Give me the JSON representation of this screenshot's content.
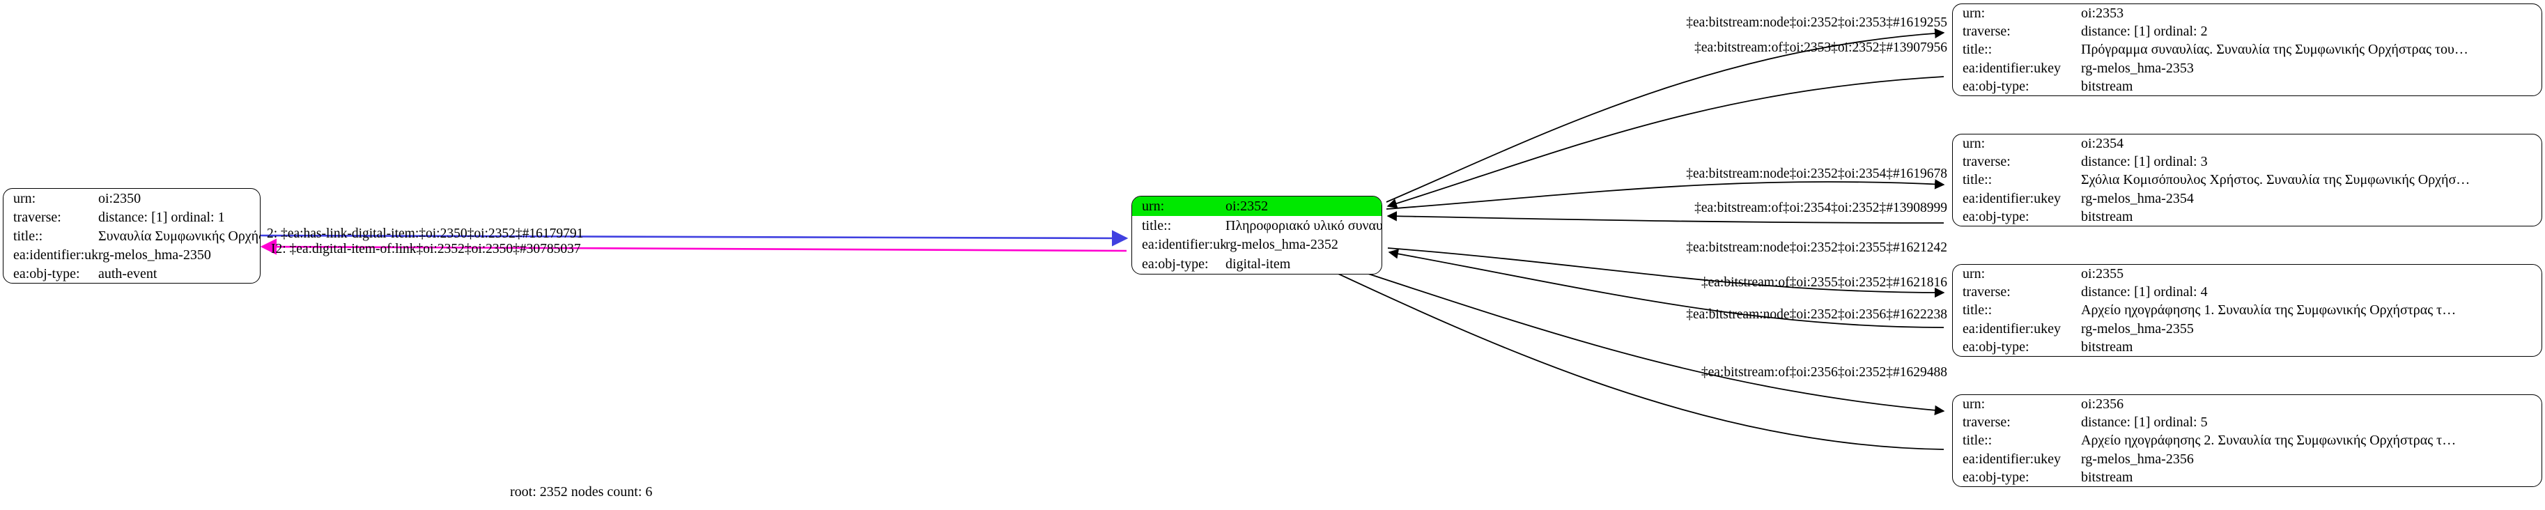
{
  "graph": {
    "footer": "root: 2352 nodes count: 6",
    "colors": {
      "highlight": "#00e800",
      "edge_forward": "#4040e0",
      "edge_reverse": "#ff00d0",
      "edge_default": "#000000",
      "node_border": "#000000",
      "background": "#ffffff"
    },
    "field_keys": {
      "urn": "urn:",
      "traverse": "traverse:",
      "title": "title::",
      "identifier": "ea:identifier:ukey",
      "objtype": "ea:obj-type:"
    },
    "nodes": [
      {
        "id": "node-2350",
        "urn": "oi:2350",
        "traverse": "distance: [1]     ordinal: 1",
        "title": "Συναυλία Συμφωνικής Ορχήστρας του Δήμου Θεσσαλονίκης [Θεσσ…",
        "identifier": "rg-melos_hma-2350",
        "objtype": "auth-event",
        "highlighted": false
      },
      {
        "id": "node-2352",
        "urn": "oi:2352",
        "traverse": null,
        "title": "Πληροφοριακό υλικό συναυλίας. Συναυλία της Συμφωνικής Ορχή…",
        "identifier": "rg-melos_hma-2352",
        "objtype": "digital-item",
        "highlighted": true
      },
      {
        "id": "node-2353",
        "urn": "oi:2353",
        "traverse": "distance: [1]     ordinal: 2",
        "title": "Πρόγραμμα συναυλίας. Συναυλία της Συμφωνικής Ορχήστρας του…",
        "identifier": "rg-melos_hma-2353",
        "objtype": "bitstream",
        "highlighted": false
      },
      {
        "id": "node-2354",
        "urn": "oi:2354",
        "traverse": "distance: [1]     ordinal: 3",
        "title": "Σχόλια Κομισόπουλος Χρήστος. Συναυλία της Συμφωνικής Ορχήσ…",
        "identifier": "rg-melos_hma-2354",
        "objtype": "bitstream",
        "highlighted": false
      },
      {
        "id": "node-2355",
        "urn": "oi:2355",
        "traverse": "distance: [1]     ordinal: 4",
        "title": "Αρχείο ηχογράφησης 1. Συναυλία της Συμφωνικής Ορχήστρας τ…",
        "identifier": "rg-melos_hma-2355",
        "objtype": "bitstream",
        "highlighted": false
      },
      {
        "id": "node-2356",
        "urn": "oi:2356",
        "traverse": "distance: [1]     ordinal: 5",
        "title": "Αρχείο ηχογράφησης 2. Συναυλία της Συμφωνικής Ορχήστρας τ…",
        "identifier": "rg-melos_hma-2356",
        "objtype": "bitstream",
        "highlighted": false
      }
    ],
    "edge_labels": [
      {
        "id": "edge-2350-2352-fwd",
        "text": "2: ‡ea:has-link-digital-item:‡oi:2350‡oi:2352‡#16179791"
      },
      {
        "id": "edge-2352-2350-rev",
        "text": "I2: ‡ea:digital-item-of:link‡oi:2352‡oi:2350‡#30785037"
      },
      {
        "id": "edge-2352-2353-node",
        "text": "‡ea:bitstream:node‡oi:2352‡oi:2353‡#1619255"
      },
      {
        "id": "edge-2353-2352-of",
        "text": "‡ea:bitstream:of‡oi:2353‡oi:2352‡#13907956"
      },
      {
        "id": "edge-2352-2354-node",
        "text": "‡ea:bitstream:node‡oi:2352‡oi:2354‡#1619678"
      },
      {
        "id": "edge-2354-2352-of",
        "text": "‡ea:bitstream:of‡oi:2354‡oi:2352‡#13908999"
      },
      {
        "id": "edge-2352-2355-node",
        "text": "‡ea:bitstream:node‡oi:2352‡oi:2355‡#1621242"
      },
      {
        "id": "edge-2355-2352-of",
        "text": "‡ea:bitstream:of‡oi:2355‡oi:2352‡#1621816"
      },
      {
        "id": "edge-2352-2356-node",
        "text": "‡ea:bitstream:node‡oi:2352‡oi:2356‡#1622238"
      },
      {
        "id": "edge-2356-2352-of",
        "text": "‡ea:bitstream:of‡oi:2356‡oi:2352‡#1629488"
      }
    ]
  }
}
